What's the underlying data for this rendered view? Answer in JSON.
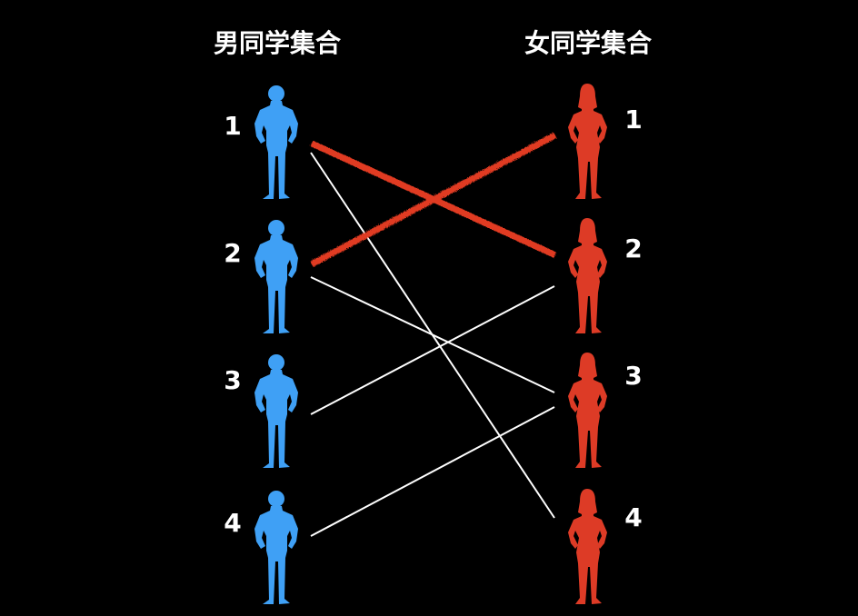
{
  "titles": {
    "male": "男同学集合",
    "female": "女同学集合"
  },
  "male": {
    "labels": [
      "1",
      "2",
      "3",
      "4"
    ],
    "color": "#3fa0f5"
  },
  "female": {
    "labels": [
      "1",
      "2",
      "3",
      "4"
    ],
    "color": "#dd3b26"
  },
  "connections": [
    {
      "male": 1,
      "female": 4,
      "style": "match"
    },
    {
      "male": 2,
      "female": 3,
      "style": "match"
    },
    {
      "male": 3,
      "female": 2,
      "style": "match"
    },
    {
      "male": 4,
      "female": 3,
      "style": "match"
    },
    {
      "male": 1,
      "female": 2,
      "style": "rejected"
    },
    {
      "male": 2,
      "female": 1,
      "style": "rejected"
    }
  ],
  "colors": {
    "match": "#ffffff",
    "rejected": "#e03a24"
  }
}
